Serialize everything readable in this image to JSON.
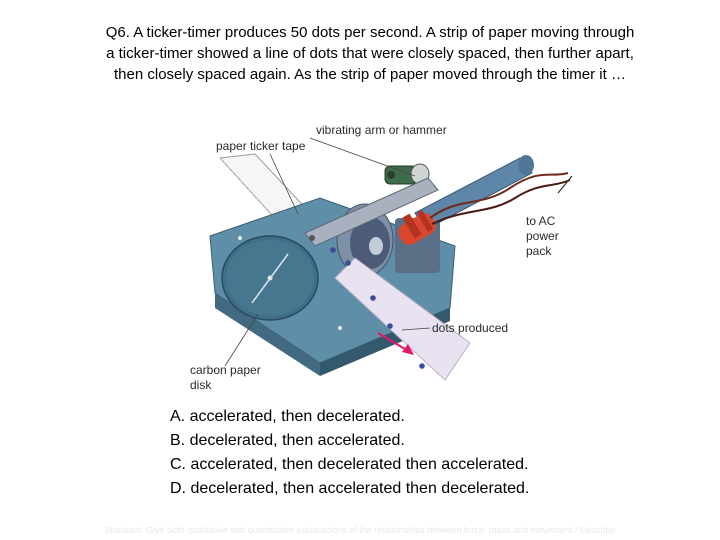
{
  "question": {
    "lines": [
      "Q6. A ticker-timer produces 50 dots per second. A strip of paper moving through",
      "a ticker-timer showed a line of dots that were closely spaced, then further apart,",
      "then closely spaced again. As the strip of paper moved through the timer it …"
    ]
  },
  "figure": {
    "labels": {
      "vibrating_arm": "vibrating arm or hammer",
      "ticker_tape": "paper ticker tape",
      "to_ac_line1": "to AC",
      "to_ac_line2": "power",
      "to_ac_line3": "pack",
      "dots_produced": "dots produced",
      "carbon_line1": "carbon paper",
      "carbon_line2": "disk"
    },
    "colors": {
      "base": "#5f8ea8",
      "disk": "#3f6e88",
      "coil": "#d8472e",
      "arrow": "#e8176a",
      "dots": "#3a4c9a"
    }
  },
  "options": [
    "A. accelerated, then decelerated.",
    "B. decelerated, then accelerated.",
    "C. accelerated, then decelerated then accelerated.",
    "D. decelerated, then accelerated then decelerated."
  ],
  "footer": "Standard: Give both qualitative and quantitative explanations of the relationships between force, mass and movement / Describe"
}
